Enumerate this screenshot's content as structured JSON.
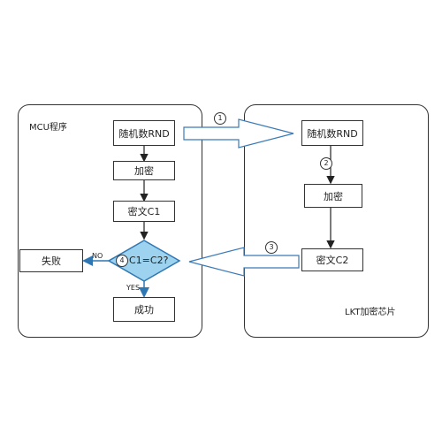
{
  "mcu_panel": {
    "title": "MCU程序"
  },
  "lkt_panel": {
    "title": "LKT加密芯片"
  },
  "mcu_flow": {
    "random": "随机数RND",
    "encrypt": "加密",
    "ciphertext": "密文C1",
    "compare": "C1=C2?",
    "success": "成功",
    "fail": "失败",
    "yes_label": "YES",
    "no_label": "NO"
  },
  "lkt_flow": {
    "random": "随机数RND",
    "encrypt": "加密",
    "ciphertext": "密文C2"
  },
  "steps": {
    "s1": "1",
    "s2": "2",
    "s3": "3",
    "s4": "4"
  },
  "colors": {
    "arrow_fill": "#ffffff",
    "arrow_stroke": "#3a7ab8",
    "diamond_fill": "#9dd3ef",
    "diamond_stroke": "#2f77b3"
  }
}
